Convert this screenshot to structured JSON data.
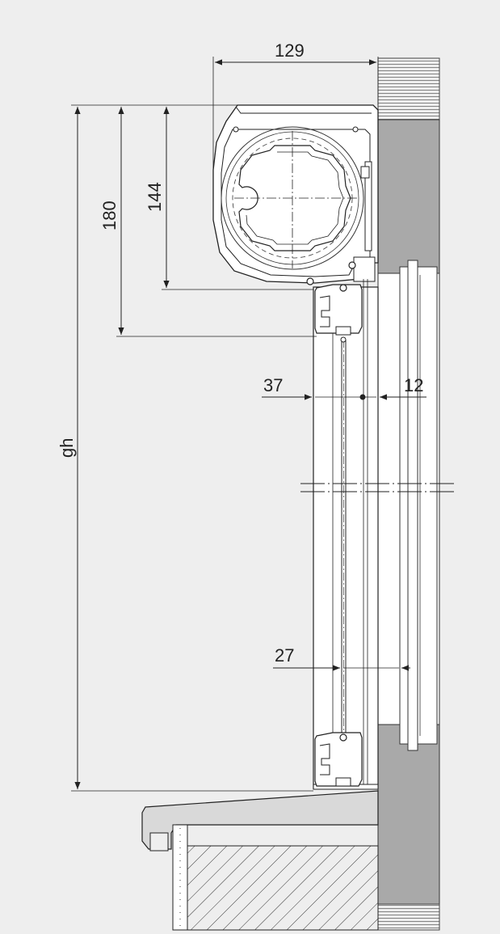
{
  "colors": {
    "background": "#eeeeee",
    "wall": "#a9a9a9",
    "line": "#222222",
    "white": "#ffffff",
    "sill": "#d9d9d9"
  },
  "dimensions": {
    "width_top": "129",
    "height_180": "180",
    "height_144": "144",
    "gh": "gh",
    "gap_37": "37",
    "gap_12": "12",
    "gap_27": "27"
  }
}
